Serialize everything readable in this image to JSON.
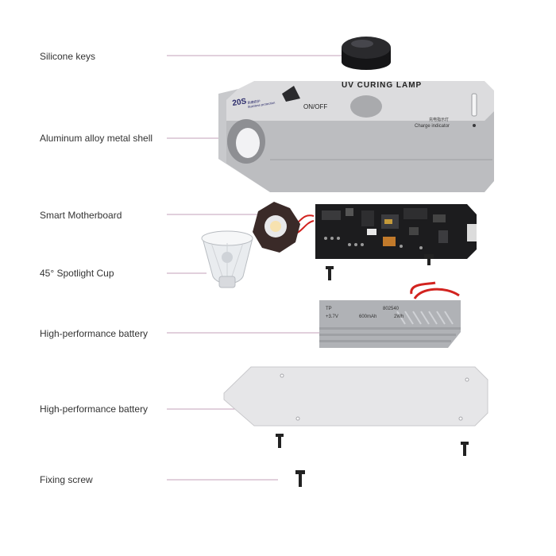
{
  "labels": {
    "silicone_keys": "Silicone keys",
    "shell": "Aluminum alloy metal shell",
    "motherboard": "Smart Motherboard",
    "spotlight_cup": "45° Spotlight Cup",
    "battery": "High-performance battery",
    "bottom_plate": "High-performance battery",
    "fixing_screw": "Fixing screw"
  },
  "device": {
    "title": "UV CURING LAMP",
    "power_label": "ON/OFF",
    "model": "20S",
    "model_sub_cn": "耐磨损护",
    "model_sub": "Stainless protection",
    "charge_cn": "充电指示灯",
    "charge_label": "Charge indicator"
  },
  "battery_print": {
    "line1_left": "TP",
    "line1_right": "802540",
    "line2_voltage": "+3.7V",
    "line2_capacity": "600mAh",
    "line2_power": "2Wh"
  },
  "colors": {
    "leader_line": "#c3a2b8",
    "shell_top": "#d9d9db",
    "shell_side": "#b9babd",
    "pcb": "#1c1c1e",
    "battery": "#b0b2b6",
    "plate": "#e6e6e8",
    "wire_red": "#d2231f"
  }
}
